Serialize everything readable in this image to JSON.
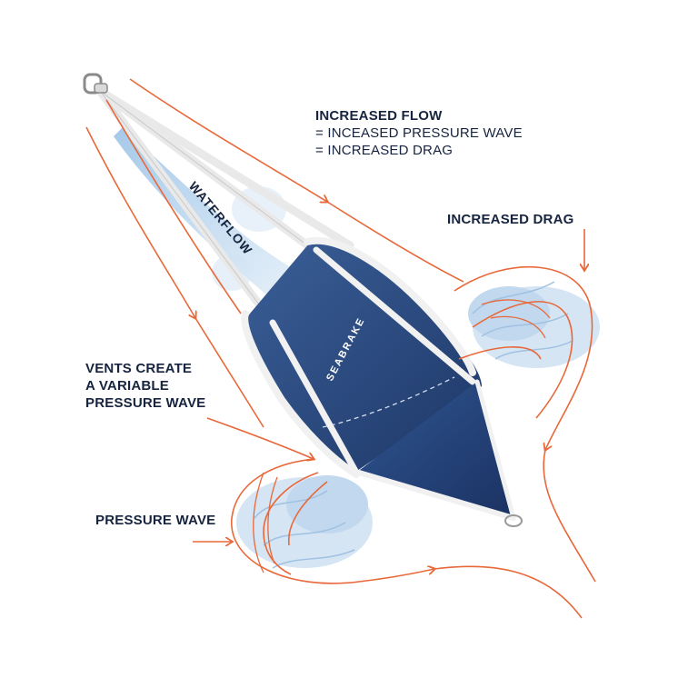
{
  "labels": {
    "increased_flow": {
      "line1": "INCREASED FLOW",
      "line2": "= INCEASED PRESSURE WAVE",
      "line3": "= INCREASED DRAG"
    },
    "increased_drag": "INCREASED DRAG",
    "vents": {
      "line1": "VENTS CREATE",
      "line2": "A VARIABLE",
      "line3": "PRESSURE WAVE"
    },
    "pressure_wave": "PRESSURE WAVE",
    "waterflow": "WATERFLOW",
    "brand": "SEABRAKE"
  },
  "colors": {
    "label_text": "#17243f",
    "flow_arrow": "#e8683a",
    "drogue_body": "#2e4f86",
    "drogue_dark": "#1f3a6a",
    "webbing": "#f3f3f3",
    "water": "#b9d3ea"
  },
  "icons": {
    "shackle": "shackle-icon",
    "arrowhead": "arrowhead-icon"
  }
}
